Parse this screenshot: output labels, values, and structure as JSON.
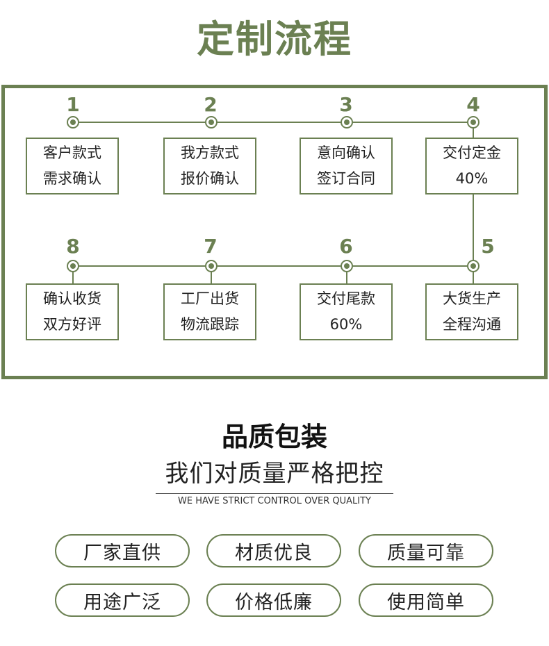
{
  "process": {
    "title": "定制流程",
    "steps": [
      {
        "number": "1",
        "line1": "客户款式",
        "line2": "需求确认"
      },
      {
        "number": "2",
        "line1": "我方款式",
        "line2": "报价确认"
      },
      {
        "number": "3",
        "line1": "意向确认",
        "line2": "签订合同"
      },
      {
        "number": "4",
        "line1": "交付定金",
        "line2": "40%"
      },
      {
        "number": "5",
        "line1": "大货生产",
        "line2": "全程沟通"
      },
      {
        "number": "6",
        "line1": "交付尾款",
        "line2": "60%"
      },
      {
        "number": "7",
        "line1": "工厂出货",
        "line2": "物流跟踪"
      },
      {
        "number": "8",
        "line1": "确认收货",
        "line2": "双方好评"
      }
    ]
  },
  "quality": {
    "title": "品质包装",
    "subtitle": "我们对质量严格把控",
    "caption": "WE HAVE STRICT CONTROL OVER QUALITY",
    "tags": [
      "厂家直供",
      "材质优良",
      "质量可靠",
      "用途广泛",
      "价格低廉",
      "使用简单"
    ]
  },
  "colors": {
    "accent": "#6b8052",
    "text": "#222222"
  }
}
